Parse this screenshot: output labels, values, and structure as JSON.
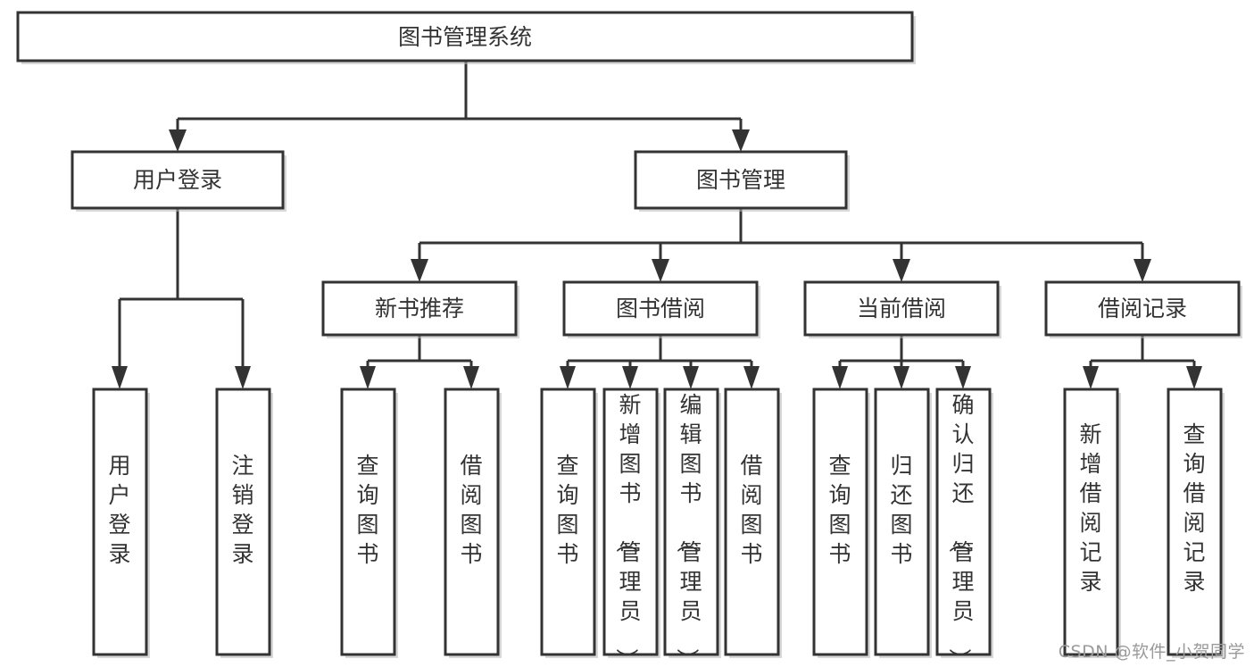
{
  "diagram": {
    "type": "tree-hierarchy",
    "title": "图书管理系统",
    "orientation": "top-down",
    "colors": {
      "stroke": "#333333",
      "fill": "#ffffff",
      "shadow": "#b8b8b8",
      "text": "#333333",
      "watermark": "#9a9a9a"
    },
    "levels": [
      {
        "level": 1,
        "nodes": [
          {
            "id": "root",
            "label": "图书管理系统",
            "orientation": "horizontal"
          }
        ]
      },
      {
        "level": 2,
        "nodes": [
          {
            "id": "login",
            "label": "用户登录",
            "orientation": "horizontal",
            "parent": "root"
          },
          {
            "id": "bookmgmt",
            "label": "图书管理",
            "orientation": "horizontal",
            "parent": "root"
          }
        ]
      },
      {
        "level": 3,
        "nodes": [
          {
            "id": "newbook",
            "label": "新书推荐",
            "orientation": "horizontal",
            "parent": "bookmgmt"
          },
          {
            "id": "borrow",
            "label": "图书借阅",
            "orientation": "horizontal",
            "parent": "bookmgmt"
          },
          {
            "id": "current",
            "label": "当前借阅",
            "orientation": "horizontal",
            "parent": "bookmgmt"
          },
          {
            "id": "records",
            "label": "借阅记录",
            "orientation": "horizontal",
            "parent": "bookmgmt"
          }
        ]
      },
      {
        "level": 4,
        "nodes": [
          {
            "id": "leaf-user-login",
            "label": "用户登录",
            "orientation": "vertical",
            "parent": "login"
          },
          {
            "id": "leaf-user-logout",
            "label": "注销登录",
            "orientation": "vertical",
            "parent": "login"
          },
          {
            "id": "leaf-newbook-query",
            "label": "查询图书",
            "orientation": "vertical",
            "parent": "newbook"
          },
          {
            "id": "leaf-newbook-borrow",
            "label": "借阅图书",
            "orientation": "vertical",
            "parent": "newbook"
          },
          {
            "id": "leaf-borrow-query",
            "label": "查询图书",
            "orientation": "vertical",
            "parent": "borrow"
          },
          {
            "id": "leaf-borrow-add",
            "label": "新增图书（管理员）",
            "orientation": "vertical",
            "parent": "borrow"
          },
          {
            "id": "leaf-borrow-edit",
            "label": "编辑图书（管理员）",
            "orientation": "vertical",
            "parent": "borrow"
          },
          {
            "id": "leaf-borrow-lend",
            "label": "借阅图书",
            "orientation": "vertical",
            "parent": "borrow"
          },
          {
            "id": "leaf-current-query",
            "label": "查询图书",
            "orientation": "vertical",
            "parent": "current"
          },
          {
            "id": "leaf-current-return",
            "label": "归还图书",
            "orientation": "vertical",
            "parent": "current"
          },
          {
            "id": "leaf-current-confirm",
            "label": "确认归还（管理员）",
            "orientation": "vertical",
            "parent": "current"
          },
          {
            "id": "leaf-records-add",
            "label": "新增借阅记录",
            "orientation": "vertical",
            "parent": "records"
          },
          {
            "id": "leaf-records-query",
            "label": "查询借阅记录",
            "orientation": "vertical",
            "parent": "records"
          }
        ]
      }
    ]
  },
  "watermark": {
    "text": "CSDN @软件_小贺同学"
  }
}
